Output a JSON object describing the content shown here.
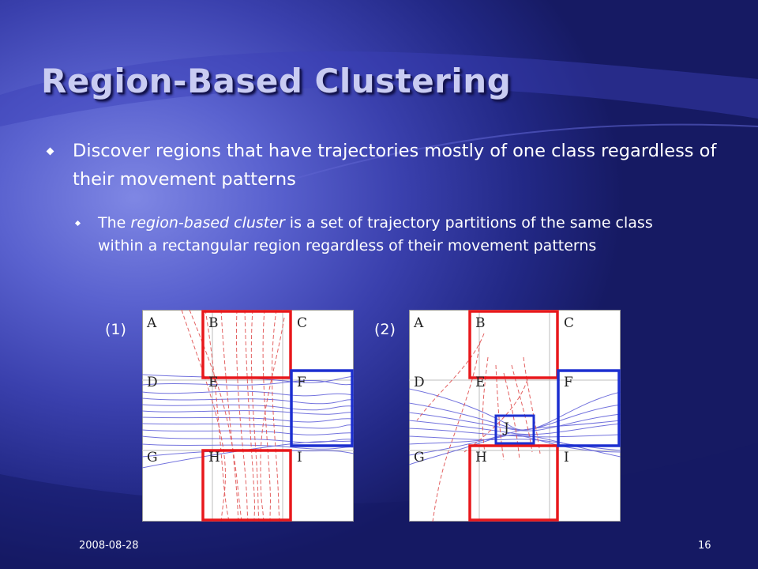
{
  "slide": {
    "title": "Region-Based Clustering",
    "bullets": [
      {
        "text": "Discover regions that have trajectories mostly of one class regardless of their movement patterns",
        "sub": [
          {
            "before": "The ",
            "emphasis": "region-based cluster",
            "after": " is a set of trajectory partitions of the same class within a rectangular region regardless of their movement patterns"
          }
        ]
      }
    ],
    "figures": [
      {
        "label": "(1)",
        "cells": [
          "A",
          "B",
          "C",
          "D",
          "E",
          "F",
          "G",
          "H",
          "I"
        ],
        "red_clusters": [
          "B",
          "H"
        ],
        "blue_clusters": [
          "F"
        ]
      },
      {
        "label": "(2)",
        "cells": [
          "A",
          "B",
          "C",
          "D",
          "E",
          "F",
          "G",
          "H",
          "I"
        ],
        "extra_cell": "J",
        "red_clusters": [
          "B",
          "H"
        ],
        "blue_clusters": [
          "F",
          "J"
        ]
      }
    ],
    "footer": {
      "date": "2008-08-28",
      "page": "16"
    },
    "colors": {
      "background": "#2a2f95",
      "title": "#c9ccf2",
      "red_cluster": "#e8181c",
      "blue_cluster": "#1c2fd0",
      "red_trajectory": "#e05050",
      "blue_trajectory": "#5a5ad8"
    }
  }
}
